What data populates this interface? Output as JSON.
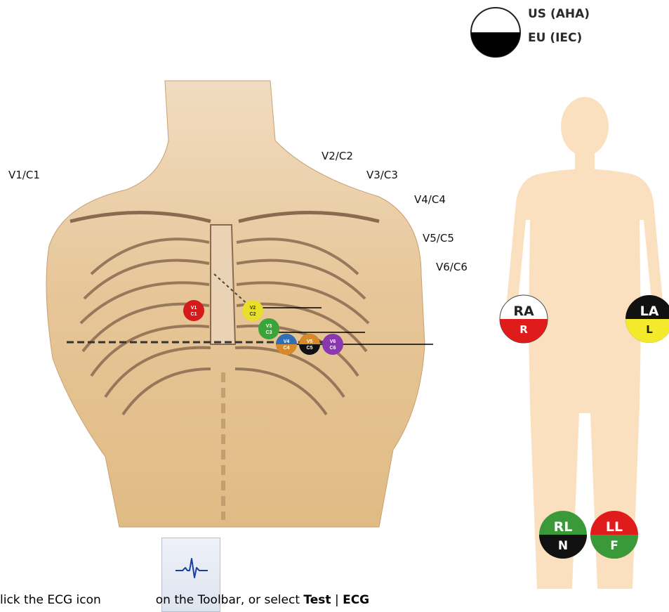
{
  "legend": {
    "us_label": "US (AHA)",
    "eu_label": "EU (IEC)"
  },
  "precordial_labels": [
    "V1/C1",
    "V2/C2",
    "V3/C3",
    "V4/C4",
    "V5/C5",
    "V6/C6"
  ],
  "chest_electrodes": [
    {
      "top": "V1",
      "bottom": "C1",
      "color": "#d41a1a"
    },
    {
      "top": "V2",
      "bottom": "C2",
      "color": "#e8e028"
    },
    {
      "top": "V3",
      "bottom": "C3",
      "color": "#3aa43a"
    },
    {
      "top": "V4",
      "bottom": "C4",
      "color": "#2f6fb8"
    },
    {
      "top": "V5",
      "bottom": "C5",
      "color": "#d88a2a"
    },
    {
      "top": "V6",
      "bottom": "C6",
      "color": "#8a38b0"
    }
  ],
  "limb_electrodes": {
    "ra": {
      "us": "RA",
      "eu": "R",
      "us_color": "#ffffff",
      "eu_color": "#e01b1b"
    },
    "la": {
      "us": "LA",
      "eu": "L",
      "us_color": "#111111",
      "eu_color": "#f2ea2a"
    },
    "rl": {
      "us": "RL",
      "eu": "N",
      "us_color": "#3a9a3a",
      "eu_color": "#111111"
    },
    "ll": {
      "us": "LL",
      "eu": "F",
      "us_color": "#e01b1b",
      "eu_color": "#3a9a3a"
    }
  },
  "instruction": {
    "prefix": "lick the ECG icon",
    "middle": "on the Toolbar, or select",
    "menu": "Test",
    "sep": "|",
    "item": "ECG"
  },
  "colors": {
    "skin": "#e8c9a0",
    "silhouette": "#fbe0c0"
  }
}
